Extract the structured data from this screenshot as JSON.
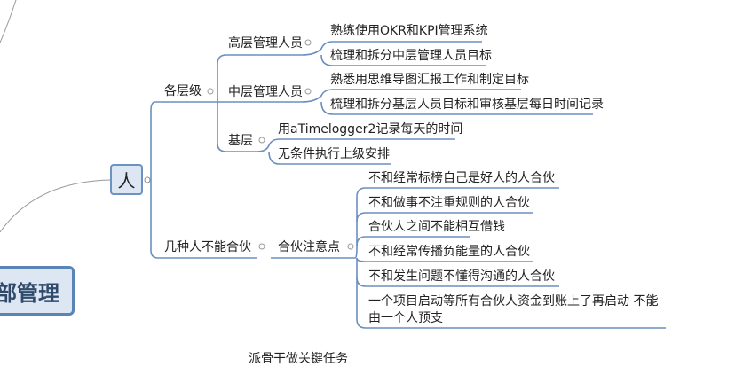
{
  "root": {
    "label": "部管理"
  },
  "node": {
    "label": "人"
  },
  "branches": {
    "levels": {
      "label": "各层级",
      "senior": {
        "label": "高层管理人员",
        "items": [
          "熟练使用OKR和KPI管理系统",
          "梳理和拆分中层管理人员目标"
        ]
      },
      "middle": {
        "label": "中层管理人员",
        "items": [
          "熟悉用思维导图汇报工作和制定目标",
          "梳理和拆分基层人员目标和审核基层每日时间记录"
        ]
      },
      "base": {
        "label": "基层",
        "items": [
          "用aTimelogger2记录每天的时间",
          "无条件执行上级安排"
        ]
      }
    },
    "partners": {
      "label": "几种人不能合伙",
      "sub": {
        "label": "合伙注意点",
        "items": [
          "不和经常标榜自己是好人的人合伙",
          "不和做事不注重规则的人合伙",
          "合伙人之间不能相互借钱",
          "不和经常传播负能量的人合伙",
          "不和发生问题不懂得沟通的人合伙",
          "一个项目启动等所有合伙人资金到账上了再启动  不能由一个人预支"
        ]
      }
    }
  },
  "bottom_text": "派骨干做关键任务",
  "colors": {
    "line": "#6a8fbf",
    "node_fill": "#dde7f3"
  }
}
